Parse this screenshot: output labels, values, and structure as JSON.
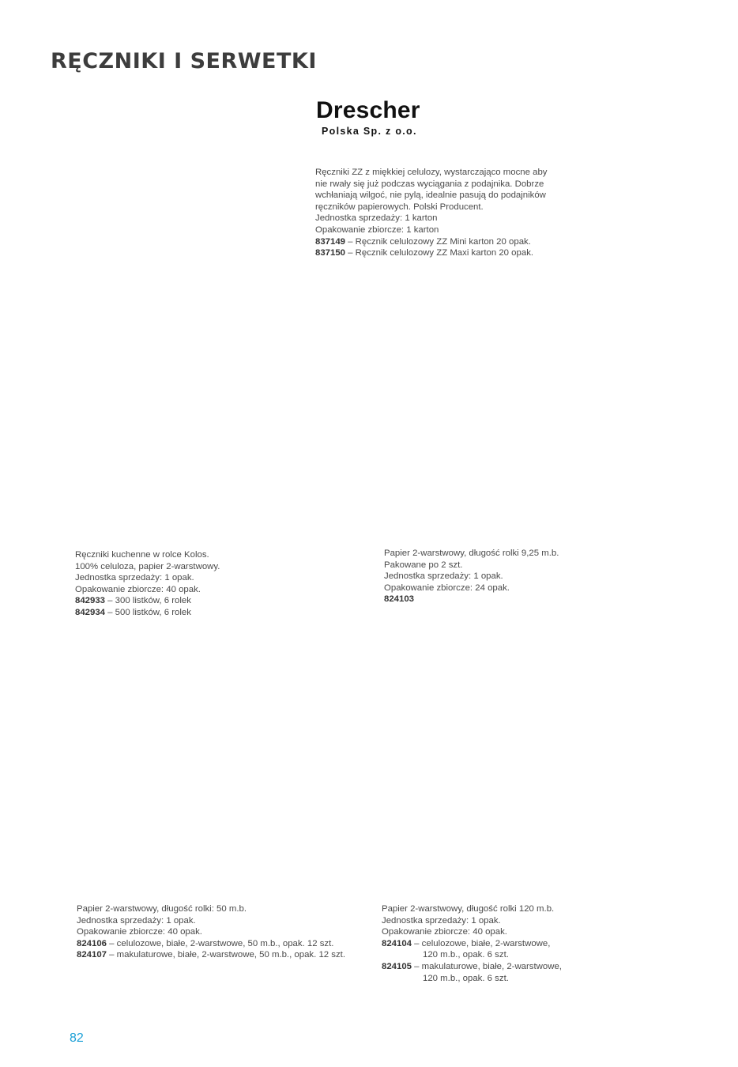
{
  "page": {
    "title": "RĘCZNIKI I SERWETKI",
    "number": "82",
    "accent_color": "#1a9fd6"
  },
  "brand": {
    "name": "Drescher",
    "subtitle": "Polska Sp. z o.o."
  },
  "blocks": {
    "zz": {
      "lines": [
        "Ręczniki ZZ z miękkiej celulozy, wystarczająco mocne aby",
        "nie rwały się już podczas wyciągania z podajnika. Dobrze",
        "wchłaniają wilgoć, nie pylą, idealnie pasują do podajników",
        "ręczników papierowych. Polski Producent.",
        "Jednostka sprzedaży: 1 karton",
        "Opakowanie zbiorcze: 1 karton"
      ],
      "items": [
        {
          "code": "837149",
          "text": " – Ręcznik celulozowy ZZ Mini karton 20 opak."
        },
        {
          "code": "837150",
          "text": " – Ręcznik celulozowy ZZ Maxi karton 20 opak."
        }
      ]
    },
    "kitchen": {
      "lines": [
        "Ręczniki kuchenne w rolce Kolos.",
        "100% celuloza, papier 2-warstwowy.",
        "Jednostka sprzedaży: 1 opak.",
        "Opakowanie zbiorcze: 40 opak."
      ],
      "items": [
        {
          "code": "842933",
          "text": " – 300 listków, 6 rolek"
        },
        {
          "code": "842934",
          "text": " – 500 listków, 6 rolek"
        }
      ]
    },
    "roll925": {
      "lines": [
        "Papier 2-warstwowy, długość rolki 9,25 m.b.",
        "Pakowane po 2 szt.",
        "Jednostka sprzedaży: 1 opak.",
        "Opakowanie zbiorcze: 24 opak."
      ],
      "items": [
        {
          "code": "824103",
          "text": ""
        }
      ]
    },
    "roll50": {
      "lines": [
        "Papier 2-warstwowy, długość rolki: 50 m.b.",
        "Jednostka sprzedaży: 1 opak.",
        "Opakowanie zbiorcze: 40 opak."
      ],
      "items": [
        {
          "code": "824106",
          "text": " – celulozowe, białe, 2-warstwowe, 50 m.b., opak. 12 szt."
        },
        {
          "code": "824107",
          "text": " – makulaturowe, białe, 2-warstwowe, 50 m.b., opak. 12 szt."
        }
      ]
    },
    "roll120": {
      "lines": [
        "Papier 2-warstwowy, długość rolki 120 m.b.",
        "Jednostka sprzedaży: 1 opak.",
        "Opakowanie zbiorcze: 40 opak."
      ],
      "items": [
        {
          "code": "824104",
          "text": " – celulozowe, białe, 2-warstwowe,",
          "cont": "120 m.b., opak. 6 szt."
        },
        {
          "code": "824105",
          "text": " – makulaturowe, białe, 2-warstwowe,",
          "cont": "120 m.b., opak. 6 szt."
        }
      ]
    }
  }
}
